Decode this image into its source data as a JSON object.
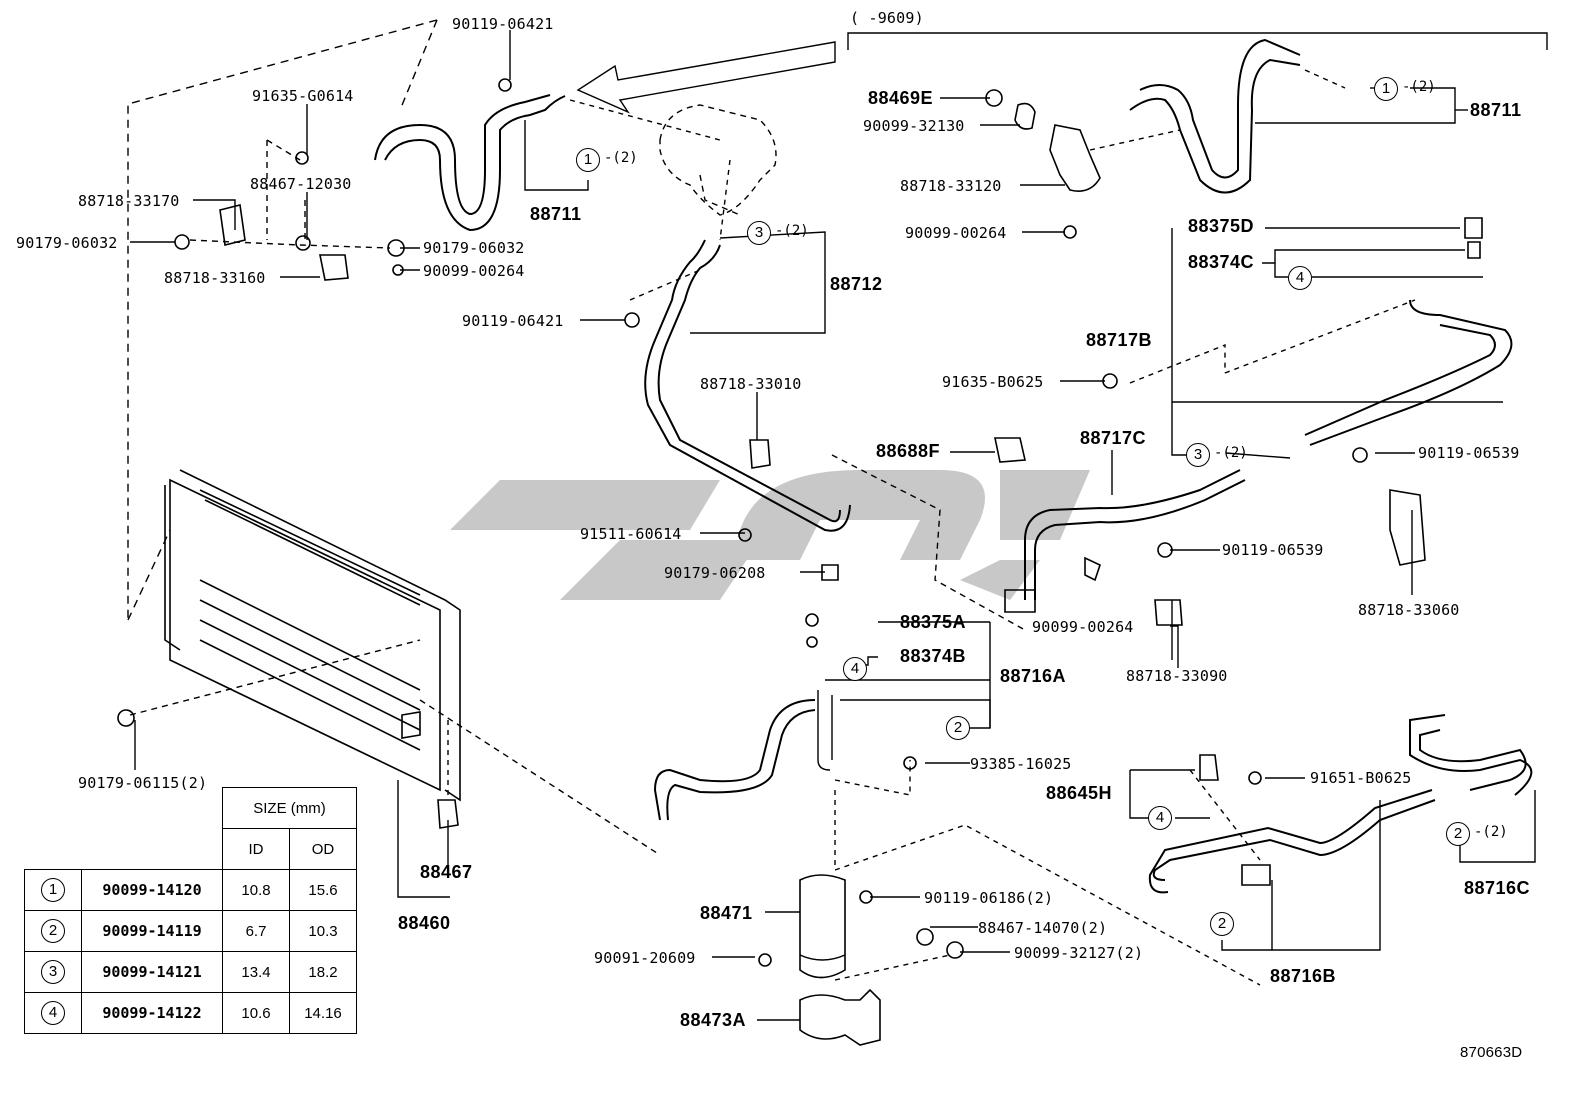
{
  "date_range": "(      -9609)",
  "diagram_id": "870663D",
  "labels": {
    "p90119_06421_top": "90119-06421",
    "p91635_G0614": "91635-G0614",
    "p88467_12030": "88467-12030",
    "p88718_33170": "88718-33170",
    "p90179_06032_left": "90179-06032",
    "p90179_06032_right": "90179-06032",
    "p90099_00264_left": "90099-00264",
    "p88718_33160": "88718-33160",
    "p88711_left": "88711",
    "p88712": "88712",
    "p90119_06421_mid": "90119-06421",
    "p88718_33010": "88718-33010",
    "p91511_60614": "91511-60614",
    "p90179_06208": "90179-06208",
    "p88469E": "88469E",
    "p90099_32130": "90099-32130",
    "p88718_33120": "88718-33120",
    "p90099_00264_right": "90099-00264",
    "p88711_right": "88711",
    "p88375D": "88375D",
    "p88374C": "88374C",
    "p88717B": "88717B",
    "p91635_B0625": "91635-B0625",
    "p88688F": "88688F",
    "p88717C": "88717C",
    "p90119_06539_a": "90119-06539",
    "p90119_06539_b": "90119-06539",
    "p88718_33060": "88718-33060",
    "p90099_00264_mid": "90099-00264",
    "p88718_33090": "88718-33090",
    "p88375A": "88375A",
    "p88374B": "88374B",
    "p88716A": "88716A",
    "p93385_16025": "93385-16025",
    "p88645H": "88645H",
    "p91651_B0625": "91651-B0625",
    "p88716C": "88716C",
    "p88716B": "88716B",
    "p90179_06115": "90179-06115(2)",
    "p88467": "88467",
    "p88460": "88460",
    "p88471": "88471",
    "p90119_06186": "90119-06186(2)",
    "p88467_14070": "88467-14070(2)",
    "p90099_32127": "90099-32127(2)",
    "p90091_20609": "90091-20609",
    "p88473A": "88473A"
  },
  "callouts": {
    "c1a": "1",
    "c1b": "1",
    "c3a": "3",
    "c3b": "3",
    "c4a": "4",
    "c4b": "4",
    "c4c": "4",
    "c2a": "2",
    "c2b": "2",
    "c2c": "2"
  },
  "quantities": {
    "q1a": "-(2)",
    "q1b": "-(2)",
    "q3a": "-(2)",
    "q3b": "-(2)",
    "q2c": "-(2)"
  },
  "size_table": {
    "header": "SIZE (mm)",
    "col_id": "ID",
    "col_od": "OD",
    "rows": [
      {
        "ref": "1",
        "part": "90099-14120",
        "id": "10.8",
        "od": "15.6"
      },
      {
        "ref": "2",
        "part": "90099-14119",
        "id": "6.7",
        "od": "10.3"
      },
      {
        "ref": "3",
        "part": "90099-14121",
        "id": "13.4",
        "od": "18.2"
      },
      {
        "ref": "4",
        "part": "90099-14122",
        "id": "10.6",
        "od": "14.16"
      }
    ]
  }
}
